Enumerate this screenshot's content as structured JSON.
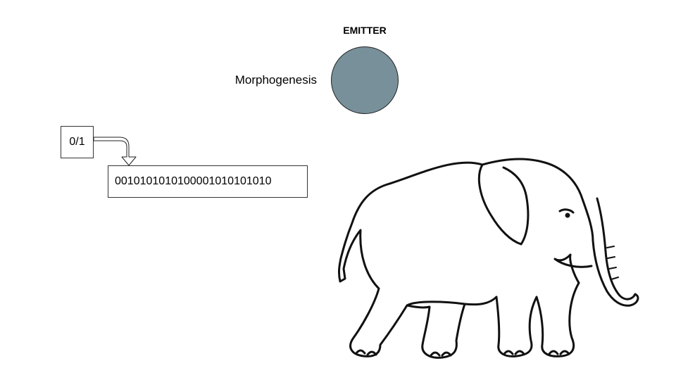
{
  "emitter": {
    "title": "EMITTER",
    "fill_color": "#78909a"
  },
  "morphogenesis_label": "Morphogenesis",
  "bit_box": {
    "label": "0/1"
  },
  "sequence_box": {
    "value": "0010101010100001010101010"
  },
  "elephant": {
    "icon": "elephant-line-art-icon"
  }
}
